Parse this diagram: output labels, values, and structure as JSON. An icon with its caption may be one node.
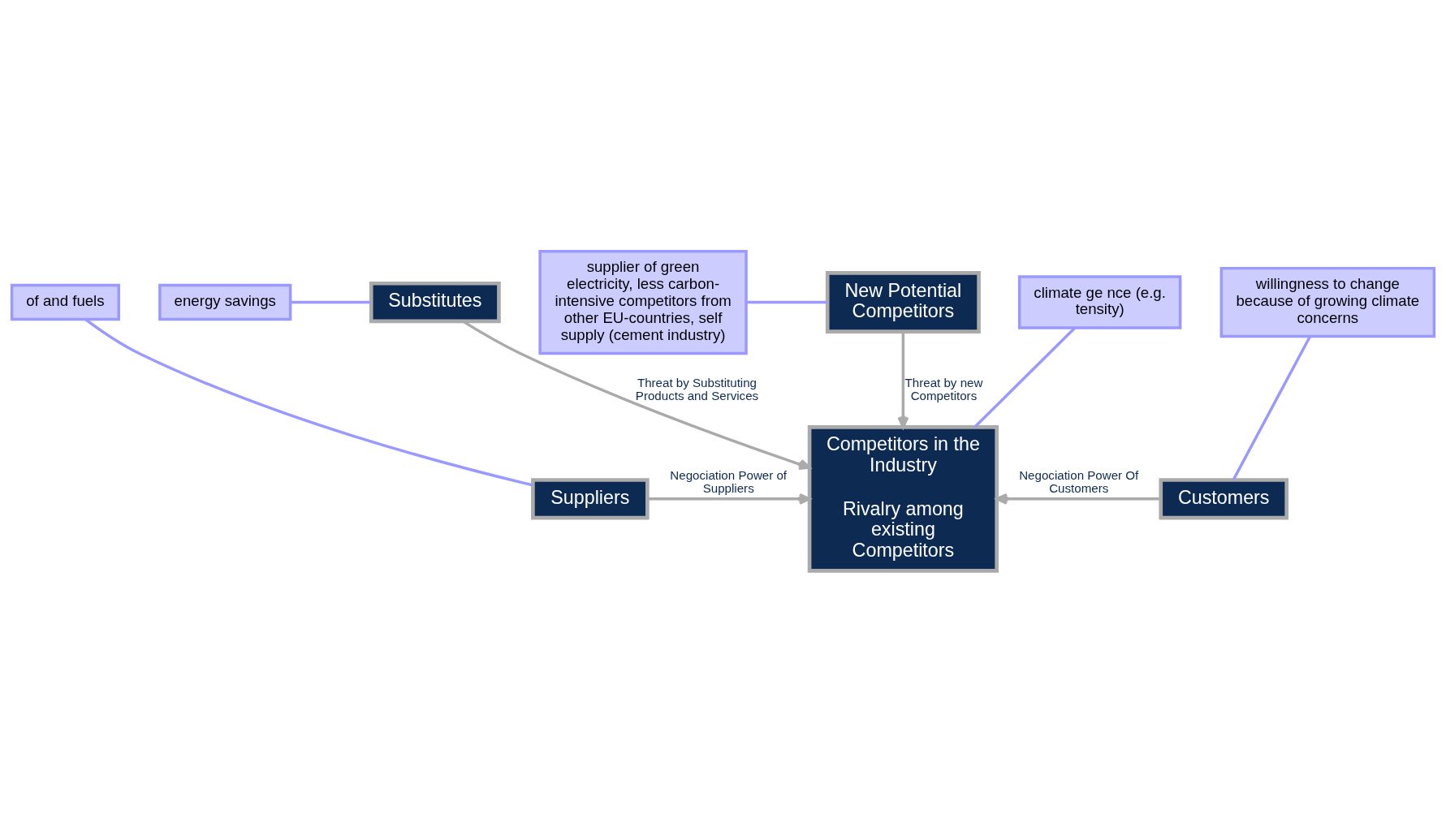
{
  "diagram": {
    "nodes": [
      {
        "text": [
          "New Potential Competitors"
        ]
      },
      {
        "text": [
          "Competitors in the Industry",
          "Rivalry among existing Competitors"
        ]
      },
      {
        "text": [
          "Suppliers"
        ]
      },
      {
        "text": [
          "Customers"
        ]
      },
      {
        "text": [
          "Substitutes"
        ]
      },
      {
        "text": [
          "of and fuels"
        ]
      },
      {
        "text": [
          "supplier of green electricity, less carbon-intensive competitors from other EU-countries, self supply (cement industry)"
        ]
      },
      {
        "text": [
          "climate ge nce (e.g. tensity)"
        ]
      },
      {
        "text": [
          "willingness to change because of growing climate concerns"
        ]
      },
      {
        "text": [
          "energy savings"
        ]
      }
    ],
    "edges": [
      {
        "from": 0,
        "to": 1,
        "arrow": "to",
        "label": "Threat by new Competitors",
        "color": "#aaaaaa"
      },
      {
        "from": 2,
        "to": 1,
        "arrow": "to",
        "label": "Negociation Power of Suppliers",
        "color": "#aaaaaa"
      },
      {
        "from": 3,
        "to": 1,
        "arrow": "to",
        "label": "Negociation Power Of Customers",
        "color": "#aaaaaa"
      },
      {
        "from": 4,
        "to": 1,
        "arrow": "to",
        "label": "Threat by Substituting Products and Services",
        "color": "#aaaaaa"
      },
      {
        "from": 5,
        "to": 2,
        "arrow": "none",
        "color": "#9999ff"
      },
      {
        "from": 6,
        "to": 0,
        "arrow": "none",
        "color": "#9999ff"
      },
      {
        "from": 7,
        "to": 1,
        "arrow": "none",
        "color": "#9999ff"
      },
      {
        "from": 8,
        "to": 3,
        "arrow": "none",
        "color": "#9999ff"
      },
      {
        "from": 9,
        "to": 4,
        "arrow": "none",
        "color": "#9999ff"
      }
    ]
  }
}
